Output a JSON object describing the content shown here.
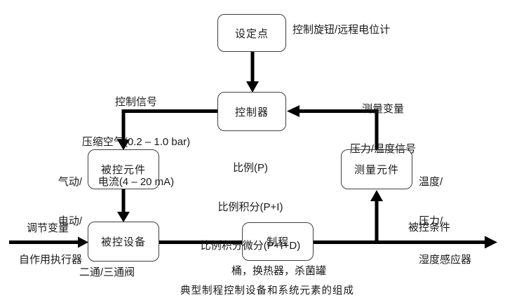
{
  "diagram": {
    "caption": "典型制程控制设备和系统元素的组成",
    "boxes": {
      "setpoint": "设定点",
      "controller": "控制器",
      "controlled_element": "被控元件",
      "measuring_element": "测量元件",
      "controlled_device": "被控设备",
      "process": "制程"
    },
    "labels": {
      "setpoint_note": "控制旋钮/远程电位计",
      "control_signal_l1": "控制信号",
      "control_signal_l2": "压缩空气(0.2 – 1.0 bar)",
      "control_signal_l3": "电流(4 – 20 mA)",
      "measured_variable_l1": "测量变量",
      "measured_variable_l2": "压力/温度信号",
      "pid_l1": "比例(P)",
      "pid_l2": "比例积分(P+I)",
      "pid_l3": "比例积分微分(P+I+D)",
      "actuator_l1": "气动/",
      "actuator_l2": "电动/",
      "actuator_l3": "自作用执行器",
      "sensor_l1": "温度/",
      "sensor_l2": "压力/",
      "sensor_l3": "湿度感应器",
      "manipulated_variable": "调节变量",
      "controlled_condition": "被控条件",
      "valve_note": "二通/三通阀",
      "process_note": "桶，换热器，杀菌罐"
    },
    "colors": {
      "line": "#000000",
      "box_border": "#3f3f3f",
      "text": "#1a1a1a",
      "background": "#ffffff"
    }
  }
}
